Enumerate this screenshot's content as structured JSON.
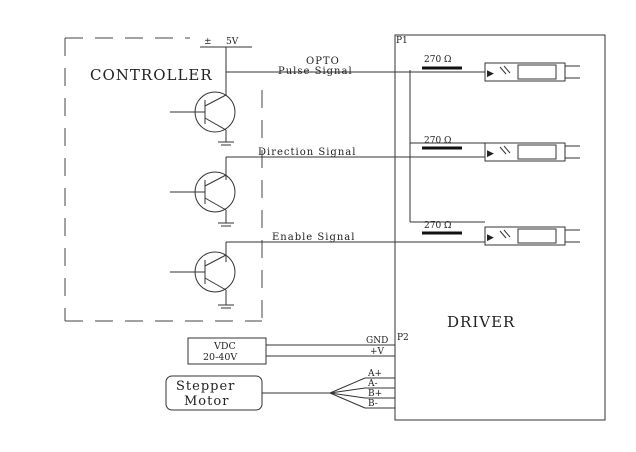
{
  "controller": {
    "label": "CONTROLLER",
    "supply": "5V",
    "supply_symbol": "±"
  },
  "driver": {
    "label": "DRIVER",
    "port1": "P1",
    "port2": "P2"
  },
  "signals": {
    "opto": "OPTO",
    "pulse": "Pulse Signal",
    "direction": "Direction Signal",
    "enable": "Enable Signal"
  },
  "resistors": {
    "r1": "270 Ω",
    "r2": "270 Ω",
    "r3": "270 Ω"
  },
  "power": {
    "line1": "VDC",
    "line2": "20-40V",
    "gnd": "GND",
    "vplus": "+V"
  },
  "motor": {
    "line1": "Stepper",
    "line2": "Motor",
    "pins": [
      "A+",
      "A-",
      "B+",
      "B-"
    ]
  }
}
